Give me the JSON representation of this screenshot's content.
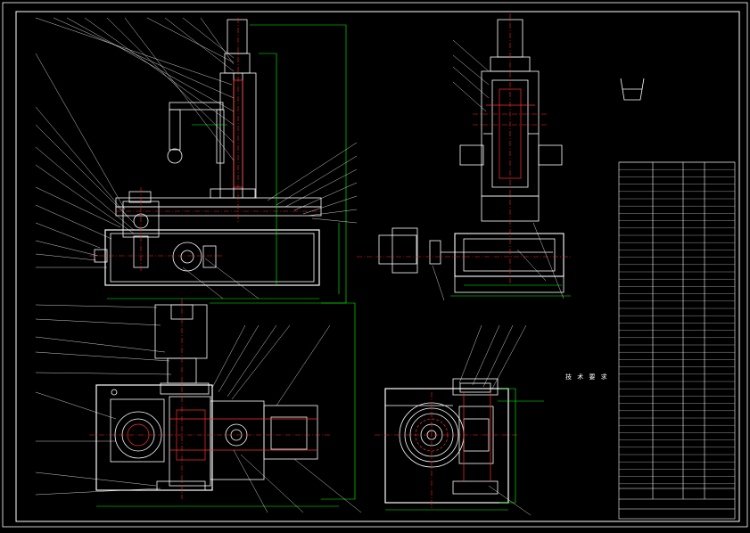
{
  "drawing": {
    "title": "",
    "notes_title": "技 术 要 求",
    "notes": [
      "",
      "",
      "",
      "",
      "",
      "",
      "",
      "",
      "",
      "",
      "",
      "",
      ""
    ],
    "colors": {
      "background": "#000000",
      "outline": "#ffffff",
      "dimension": "#00ff00",
      "centerline": "#ff2020",
      "hidden": "#ff3030",
      "leader": "#ffffff"
    },
    "views": [
      "front-section-view",
      "side-view",
      "top-view",
      "bottom-section-view",
      "detail-view"
    ],
    "title_block": {
      "header_labels": [
        "",
        "",
        "",
        "",
        ""
      ],
      "name": "",
      "drawing_no": "",
      "scale": ""
    }
  }
}
